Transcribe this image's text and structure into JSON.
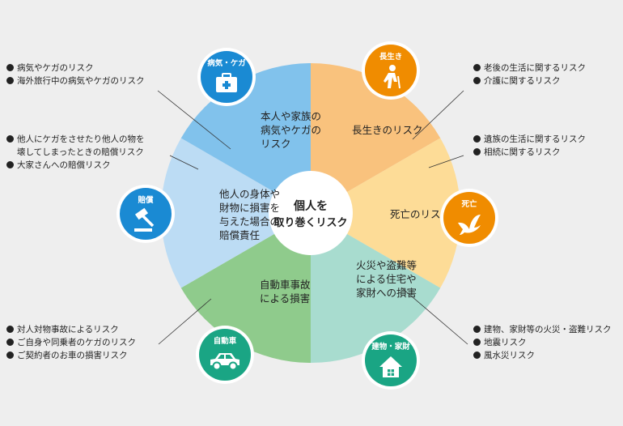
{
  "center": {
    "line1": "個人を",
    "line2": "取り巻くリスク"
  },
  "segments": [
    {
      "id": "longevity",
      "lines": [
        "長生きのリスク"
      ],
      "color": "#f9c27d",
      "badge": {
        "label": "長生き",
        "icon": "elderly-person-icon",
        "color": "#f08c00"
      }
    },
    {
      "id": "death",
      "lines": [
        "死亡のリスク"
      ],
      "color": "#fddc97",
      "badge": {
        "label": "死亡",
        "icon": "dove-icon",
        "color": "#f08c00"
      }
    },
    {
      "id": "property",
      "lines": [
        "火災や盗難等",
        "による住宅や",
        "家財への損害"
      ],
      "color": "#a8dccf",
      "badge": {
        "label": "建物・家財",
        "icon": "house-icon",
        "color": "#1aa584"
      }
    },
    {
      "id": "auto",
      "lines": [
        "自動車事故",
        "による損害"
      ],
      "color": "#8fcb8c",
      "badge": {
        "label": "自動車",
        "icon": "car-icon",
        "color": "#1aa584"
      }
    },
    {
      "id": "liability",
      "lines": [
        "他人の身体や",
        "財物に損害を",
        "与えた場合の",
        "賠償責任"
      ],
      "color": "#bcdcf4",
      "badge": {
        "label": "賠償",
        "icon": "gavel-icon",
        "color": "#1a8ad3"
      }
    },
    {
      "id": "illness",
      "lines": [
        "本人や家族の",
        "病気やケガの",
        "リスク"
      ],
      "color": "#81c2ec",
      "badge": {
        "label": "病気・ケガ",
        "icon": "first-aid-kit-icon",
        "color": "#1a8ad3"
      }
    }
  ],
  "lists": {
    "illness": [
      "病気やケガのリスク",
      "海外旅行中の病気やケガのリスク"
    ],
    "liability": [
      "他人にケガをさせたり他人の物を\n壊してしまったときの賠償リスク",
      "大家さんへの賠償リスク"
    ],
    "auto": [
      "対人対物事故によるリスク",
      "ご自身や同乗者のケガのリスク",
      "ご契約者のお車の損害リスク"
    ],
    "longevity": [
      "老後の生活に関するリスク",
      "介護に関するリスク"
    ],
    "death": [
      "遺族の生活に関するリスク",
      "相続に関するリスク"
    ],
    "property": [
      "建物、家財等の火災・盗難リスク",
      "地震リスク",
      "風水災リスク"
    ]
  },
  "colors": {
    "background": "#eeeeee",
    "leader_line": "#333333",
    "ring_border": "#ffffff"
  }
}
